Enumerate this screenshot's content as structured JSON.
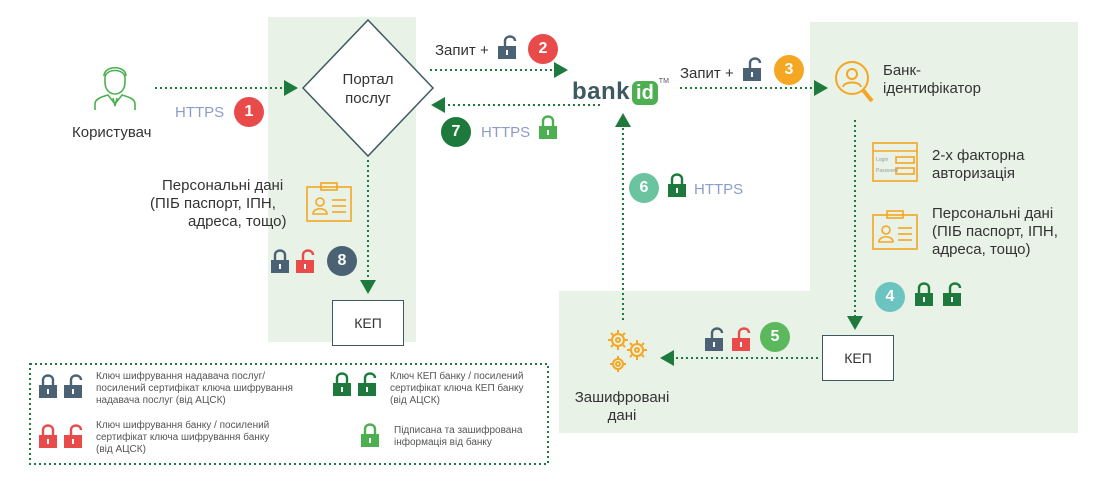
{
  "user": {
    "label": "Користувач",
    "icon": "user-icon"
  },
  "portal": {
    "line1": "Портал",
    "line2": "послуг"
  },
  "flows": {
    "https1": "HTTPS",
    "request2": "Запит +",
    "request3": "Запит +",
    "https7": "HTTPS",
    "https6": "HTTPS"
  },
  "badges": {
    "b1": "1",
    "b2": "2",
    "b3": "3",
    "b4": "4",
    "b5": "5",
    "b6": "6",
    "b7": "7",
    "b8": "8"
  },
  "bankid": {
    "brand": "bank",
    "id": "id",
    "tm": "TM"
  },
  "identifier": {
    "line1": "Банк-",
    "line2": "ідентифікатор"
  },
  "personal_left": {
    "line1": "Персональні дані",
    "line2": "(ПІБ паспорт, ІПН,",
    "line3": "адреса, тощо)"
  },
  "personal_right": {
    "line1": "Персональні дані",
    "line2": "(ПІБ паспорт, ІПН,",
    "line3": "адреса, тощо)"
  },
  "auth": {
    "line1": "2-х факторна",
    "line2": "авторизація",
    "login": "Login",
    "password": "Password"
  },
  "kep_left": "КЕП",
  "kep_right": "КЕП",
  "encrypted": {
    "line1": "Зашифровані",
    "line2": "дані"
  },
  "legend": {
    "provider": {
      "line1": "Ключ шифрування надавача послуг/",
      "line2": "посилений сертифікат ключа шифрування",
      "line3": "надавача послуг (від АЦСК)"
    },
    "bank_enc": {
      "line1": "Ключ шифрування банку / посилений",
      "line2": "сертифікат ключа шифрування банку",
      "line3": "(від АЦСК)"
    },
    "bank_kep": {
      "line1": "Ключ КЕП банку / посилений",
      "line2": "сертифікат ключа КЕП банку",
      "line3": "(від АЦСК)"
    },
    "signed": {
      "line1": "Підписана та зашифрована",
      "line2": "інформація від банку"
    }
  },
  "colors": {
    "green_dark": "#1e7a3c",
    "green_light": "#4caf50",
    "red": "#e94b4b",
    "orange": "#f5a623",
    "slate": "#4a6274",
    "teal": "#6bc4c0",
    "accent_green": "#5cb85c"
  }
}
